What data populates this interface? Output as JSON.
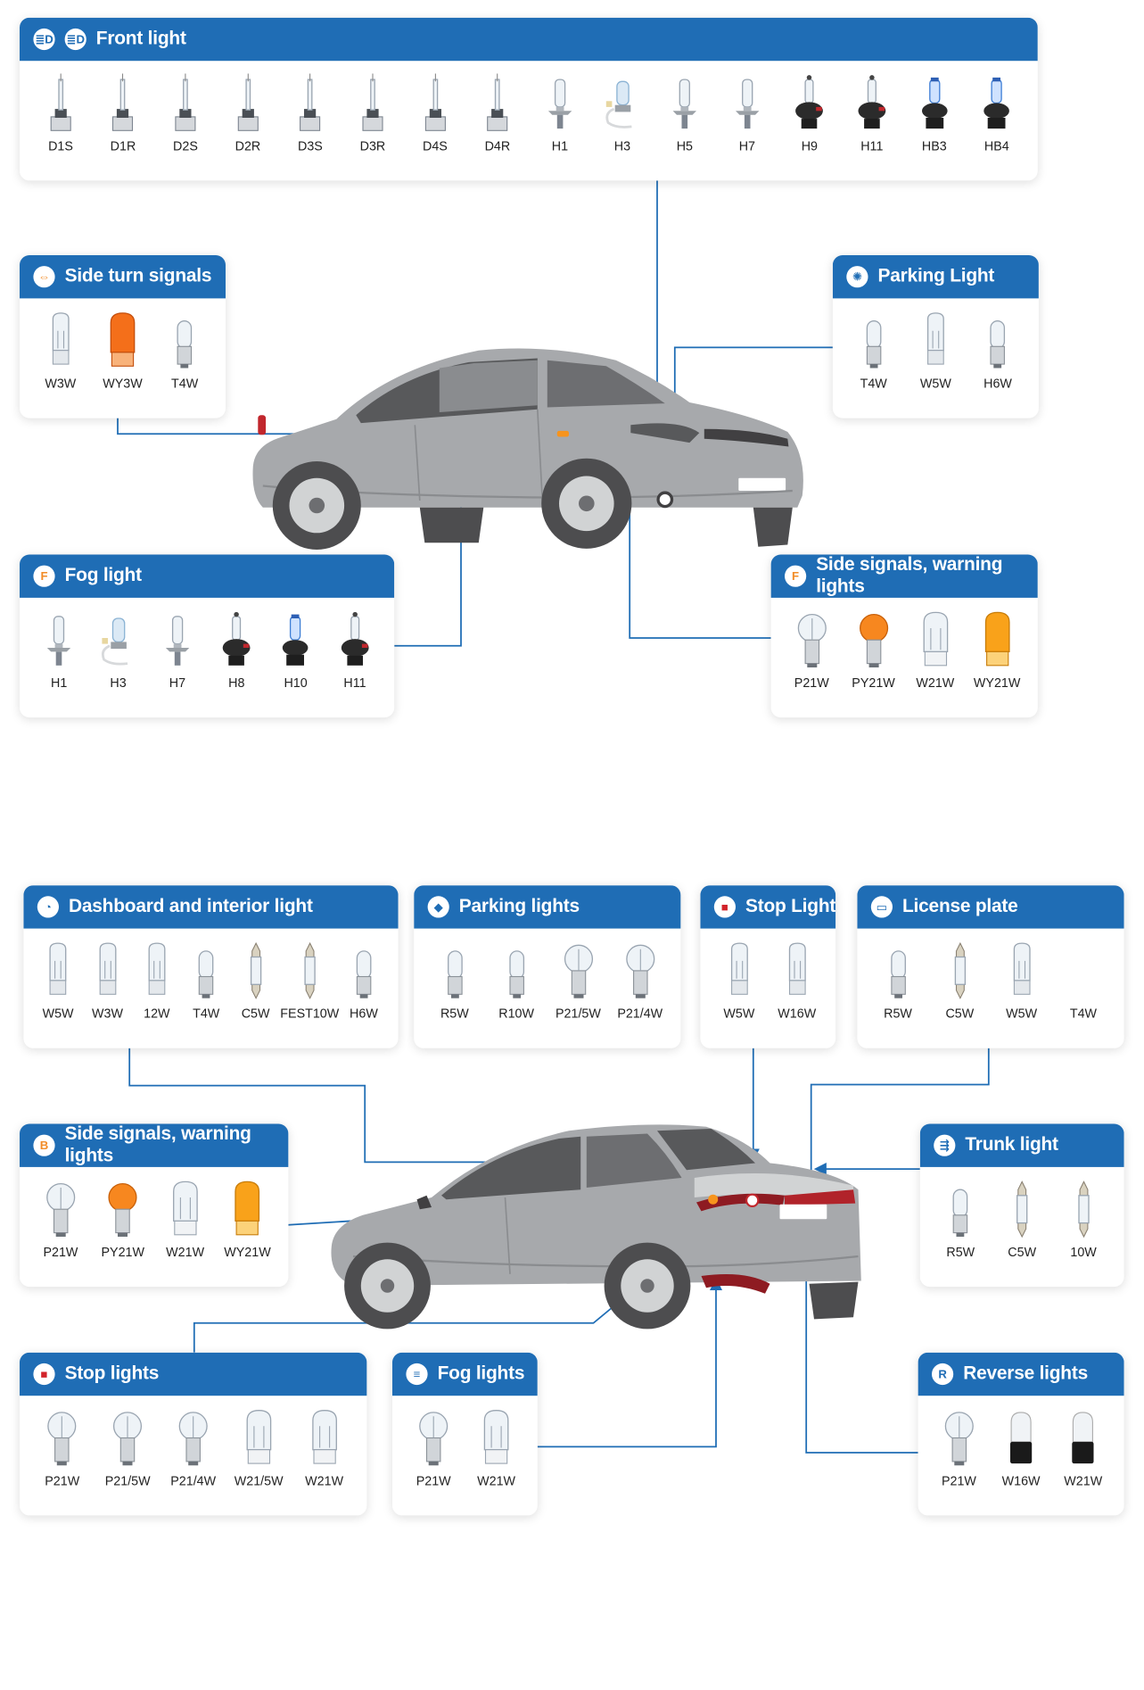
{
  "colors": {
    "header": "#1f6db5",
    "line": "#1f6db5",
    "car_body": "#a7a9ac",
    "car_dark": "#6d6e71",
    "tire": "#4d4d4f"
  },
  "panels": [
    {
      "id": "front-light",
      "icon": "headlight-icon",
      "icon_glyph": "≣D",
      "title": "Front light",
      "bulbs": [
        {
          "label": "D1S",
          "kind": "xenon"
        },
        {
          "label": "D1R",
          "kind": "xenon"
        },
        {
          "label": "D2S",
          "kind": "xenon"
        },
        {
          "label": "D2R",
          "kind": "xenon"
        },
        {
          "label": "D3S",
          "kind": "xenon"
        },
        {
          "label": "D3R",
          "kind": "xenon"
        },
        {
          "label": "D4S",
          "kind": "xenon"
        },
        {
          "label": "D4R",
          "kind": "xenon"
        },
        {
          "label": "H1",
          "kind": "halogen"
        },
        {
          "label": "H3",
          "kind": "h3"
        },
        {
          "label": "H5",
          "kind": "halogen"
        },
        {
          "label": "H7",
          "kind": "halogen"
        },
        {
          "label": "H9",
          "kind": "hplug"
        },
        {
          "label": "H11",
          "kind": "hplug"
        },
        {
          "label": "HB3",
          "kind": "hbblue"
        },
        {
          "label": "HB4",
          "kind": "hbblue"
        }
      ]
    },
    {
      "id": "side-turn-signals",
      "icon": "turn-signal-icon",
      "icon_glyph": "⇔",
      "title": "Side turn signals",
      "bulbs": [
        {
          "label": "W3W",
          "kind": "wedge"
        },
        {
          "label": "WY3W",
          "kind": "wedge-orange"
        },
        {
          "label": "T4W",
          "kind": "bayonet-small"
        }
      ]
    },
    {
      "id": "parking-light-front",
      "icon": "parking-light-icon",
      "icon_glyph": "✺",
      "title": "Parking Light",
      "bulbs": [
        {
          "label": "T4W",
          "kind": "bayonet-small"
        },
        {
          "label": "W5W",
          "kind": "wedge"
        },
        {
          "label": "H6W",
          "kind": "bayonet-small"
        }
      ]
    },
    {
      "id": "fog-light-front",
      "icon": "fog-light-icon",
      "icon_glyph": "F",
      "title": "Fog light",
      "bulbs": [
        {
          "label": "H1",
          "kind": "halogen"
        },
        {
          "label": "H3",
          "kind": "h3"
        },
        {
          "label": "H7",
          "kind": "halogen"
        },
        {
          "label": "H8",
          "kind": "hplug"
        },
        {
          "label": "H10",
          "kind": "hbblue"
        },
        {
          "label": "H11",
          "kind": "hplug"
        }
      ]
    },
    {
      "id": "side-signals-front",
      "icon": "warning-light-icon",
      "icon_glyph": "F",
      "title": "Side signals, warning lights",
      "bulbs": [
        {
          "label": "P21W",
          "kind": "bayonet"
        },
        {
          "label": "PY21W",
          "kind": "bayonet-orange"
        },
        {
          "label": "W21W",
          "kind": "wedge-big"
        },
        {
          "label": "WY21W",
          "kind": "wedge-big-orange"
        }
      ]
    },
    {
      "id": "dashboard-interior",
      "icon": "dashboard-icon",
      "icon_glyph": "◔",
      "title": "Dashboard and interior light",
      "bulbs": [
        {
          "label": "W5W",
          "kind": "wedge"
        },
        {
          "label": "W3W",
          "kind": "wedge"
        },
        {
          "label": "12W",
          "kind": "wedge"
        },
        {
          "label": "T4W",
          "kind": "bayonet-small"
        },
        {
          "label": "C5W",
          "kind": "festoon"
        },
        {
          "label": "FEST10W",
          "kind": "festoon"
        },
        {
          "label": "H6W",
          "kind": "bayonet-small"
        }
      ]
    },
    {
      "id": "parking-lights-rear",
      "icon": "parking-lights-icon",
      "icon_glyph": "◆",
      "title": "Parking lights",
      "bulbs": [
        {
          "label": "R5W",
          "kind": "bayonet-small"
        },
        {
          "label": "R10W",
          "kind": "bayonet-small"
        },
        {
          "label": "P21/5W",
          "kind": "bayonet"
        },
        {
          "label": "P21/4W",
          "kind": "bayonet"
        }
      ]
    },
    {
      "id": "stop-light-top",
      "icon": "stop-icon",
      "icon_glyph": "■",
      "title": "Stop Light",
      "bulbs": [
        {
          "label": "W5W",
          "kind": "wedge"
        },
        {
          "label": "W16W",
          "kind": "wedge"
        }
      ]
    },
    {
      "id": "license-plate",
      "icon": "license-plate-icon",
      "icon_glyph": "▭",
      "title": "License plate",
      "bulbs": [
        {
          "label": "R5W",
          "kind": "bayonet-small"
        },
        {
          "label": "C5W",
          "kind": "festoon"
        },
        {
          "label": "W5W",
          "kind": "wedge"
        },
        {
          "label": "T4W",
          "kind": "none"
        }
      ]
    },
    {
      "id": "side-signals-rear",
      "icon": "warning-light-icon",
      "icon_glyph": "B",
      "title": "Side signals, warning lights",
      "bulbs": [
        {
          "label": "P21W",
          "kind": "bayonet"
        },
        {
          "label": "PY21W",
          "kind": "bayonet-orange"
        },
        {
          "label": "W21W",
          "kind": "wedge-big"
        },
        {
          "label": "WY21W",
          "kind": "wedge-big-orange"
        }
      ]
    },
    {
      "id": "trunk-light",
      "icon": "trunk-light-icon",
      "icon_glyph": "⇶",
      "title": "Trunk light",
      "bulbs": [
        {
          "label": "R5W",
          "kind": "bayonet-small"
        },
        {
          "label": "C5W",
          "kind": "festoon"
        },
        {
          "label": "10W",
          "kind": "festoon"
        }
      ]
    },
    {
      "id": "stop-lights-bottom",
      "icon": "stop-icon",
      "icon_glyph": "■",
      "title": "Stop lights",
      "bulbs": [
        {
          "label": "P21W",
          "kind": "bayonet"
        },
        {
          "label": "P21/5W",
          "kind": "bayonet"
        },
        {
          "label": "P21/4W",
          "kind": "bayonet"
        },
        {
          "label": "W21/5W",
          "kind": "wedge-big"
        },
        {
          "label": "W21W",
          "kind": "wedge-big"
        }
      ]
    },
    {
      "id": "fog-lights-rear",
      "icon": "fog-lights-icon",
      "icon_glyph": "≡",
      "title": "Fog lights",
      "bulbs": [
        {
          "label": "P21W",
          "kind": "bayonet"
        },
        {
          "label": "W21W",
          "kind": "wedge-big"
        }
      ]
    },
    {
      "id": "reverse-lights",
      "icon": "reverse-icon",
      "icon_glyph": "R",
      "title": "Reverse lights",
      "bulbs": [
        {
          "label": "P21W",
          "kind": "bayonet"
        },
        {
          "label": "W16W",
          "kind": "led-black"
        },
        {
          "label": "W21W",
          "kind": "led-black"
        }
      ]
    }
  ]
}
